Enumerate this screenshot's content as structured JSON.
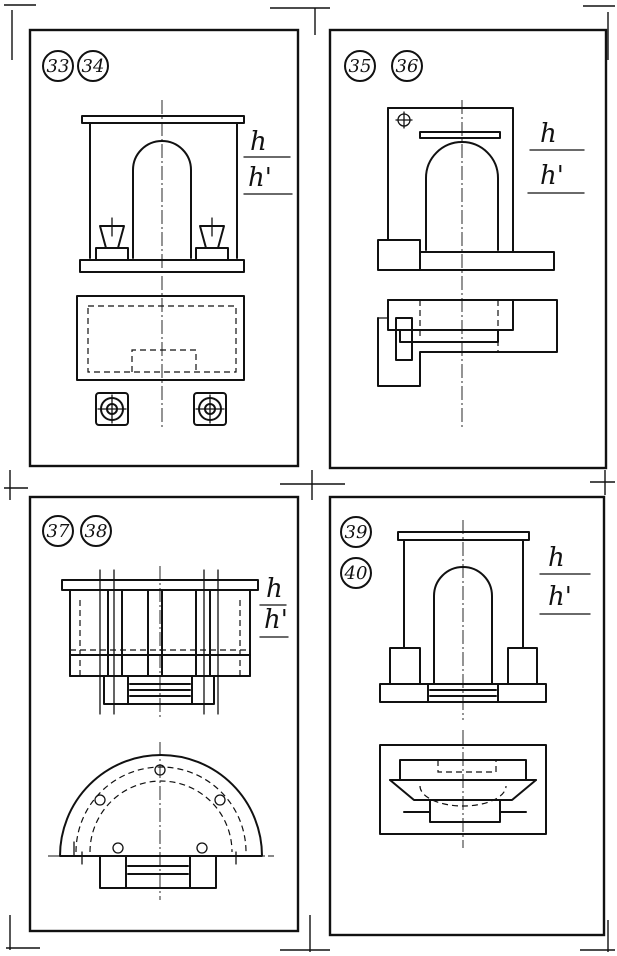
{
  "panels": [
    {
      "numbers": [
        "33",
        "34"
      ],
      "labels": [
        "h",
        "h'"
      ]
    },
    {
      "numbers": [
        "35",
        "36"
      ],
      "labels": [
        "h",
        "h'"
      ]
    },
    {
      "numbers": [
        "37",
        "38"
      ],
      "labels": [
        "h",
        "h'"
      ]
    },
    {
      "numbers": [
        "39",
        "40"
      ],
      "labels": [
        "h",
        "h'"
      ]
    }
  ]
}
